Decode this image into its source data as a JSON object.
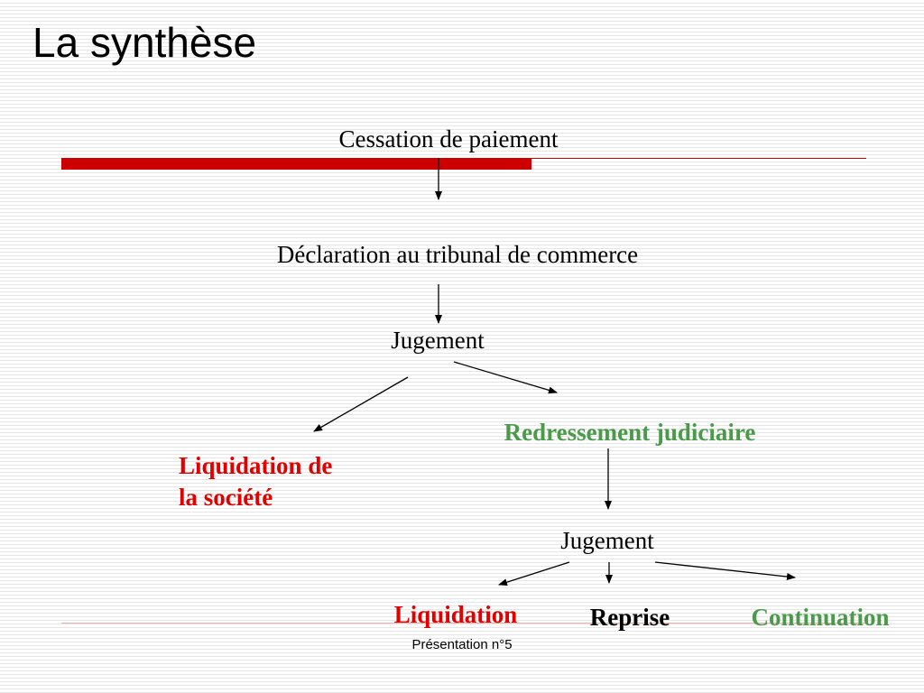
{
  "slide": {
    "title": "La synthèse",
    "footer": "Présentation n°5"
  },
  "diagram": {
    "nodes": {
      "cessation": "Cessation de paiement",
      "declaration": "Déclaration au tribunal de commerce",
      "jugement_1": "Jugement",
      "liquidation_societe": "Liquidation de\nla société",
      "redressement": "Redressement judiciaire",
      "jugement_2": "Jugement",
      "liquidation": "Liquidation",
      "reprise": "Reprise",
      "continuation": "Continuation"
    },
    "colors": {
      "accent_red": "#cc0000",
      "liquidation_red": "#e00000",
      "redressement_green": "#4a9a4a",
      "stripe_grey": "#e6e6e6"
    },
    "edges": [
      [
        "cessation",
        "declaration"
      ],
      [
        "declaration",
        "jugement_1"
      ],
      [
        "jugement_1",
        "liquidation_societe"
      ],
      [
        "jugement_1",
        "redressement"
      ],
      [
        "redressement",
        "jugement_2"
      ],
      [
        "jugement_2",
        "liquidation"
      ],
      [
        "jugement_2",
        "reprise"
      ],
      [
        "jugement_2",
        "continuation"
      ]
    ]
  }
}
